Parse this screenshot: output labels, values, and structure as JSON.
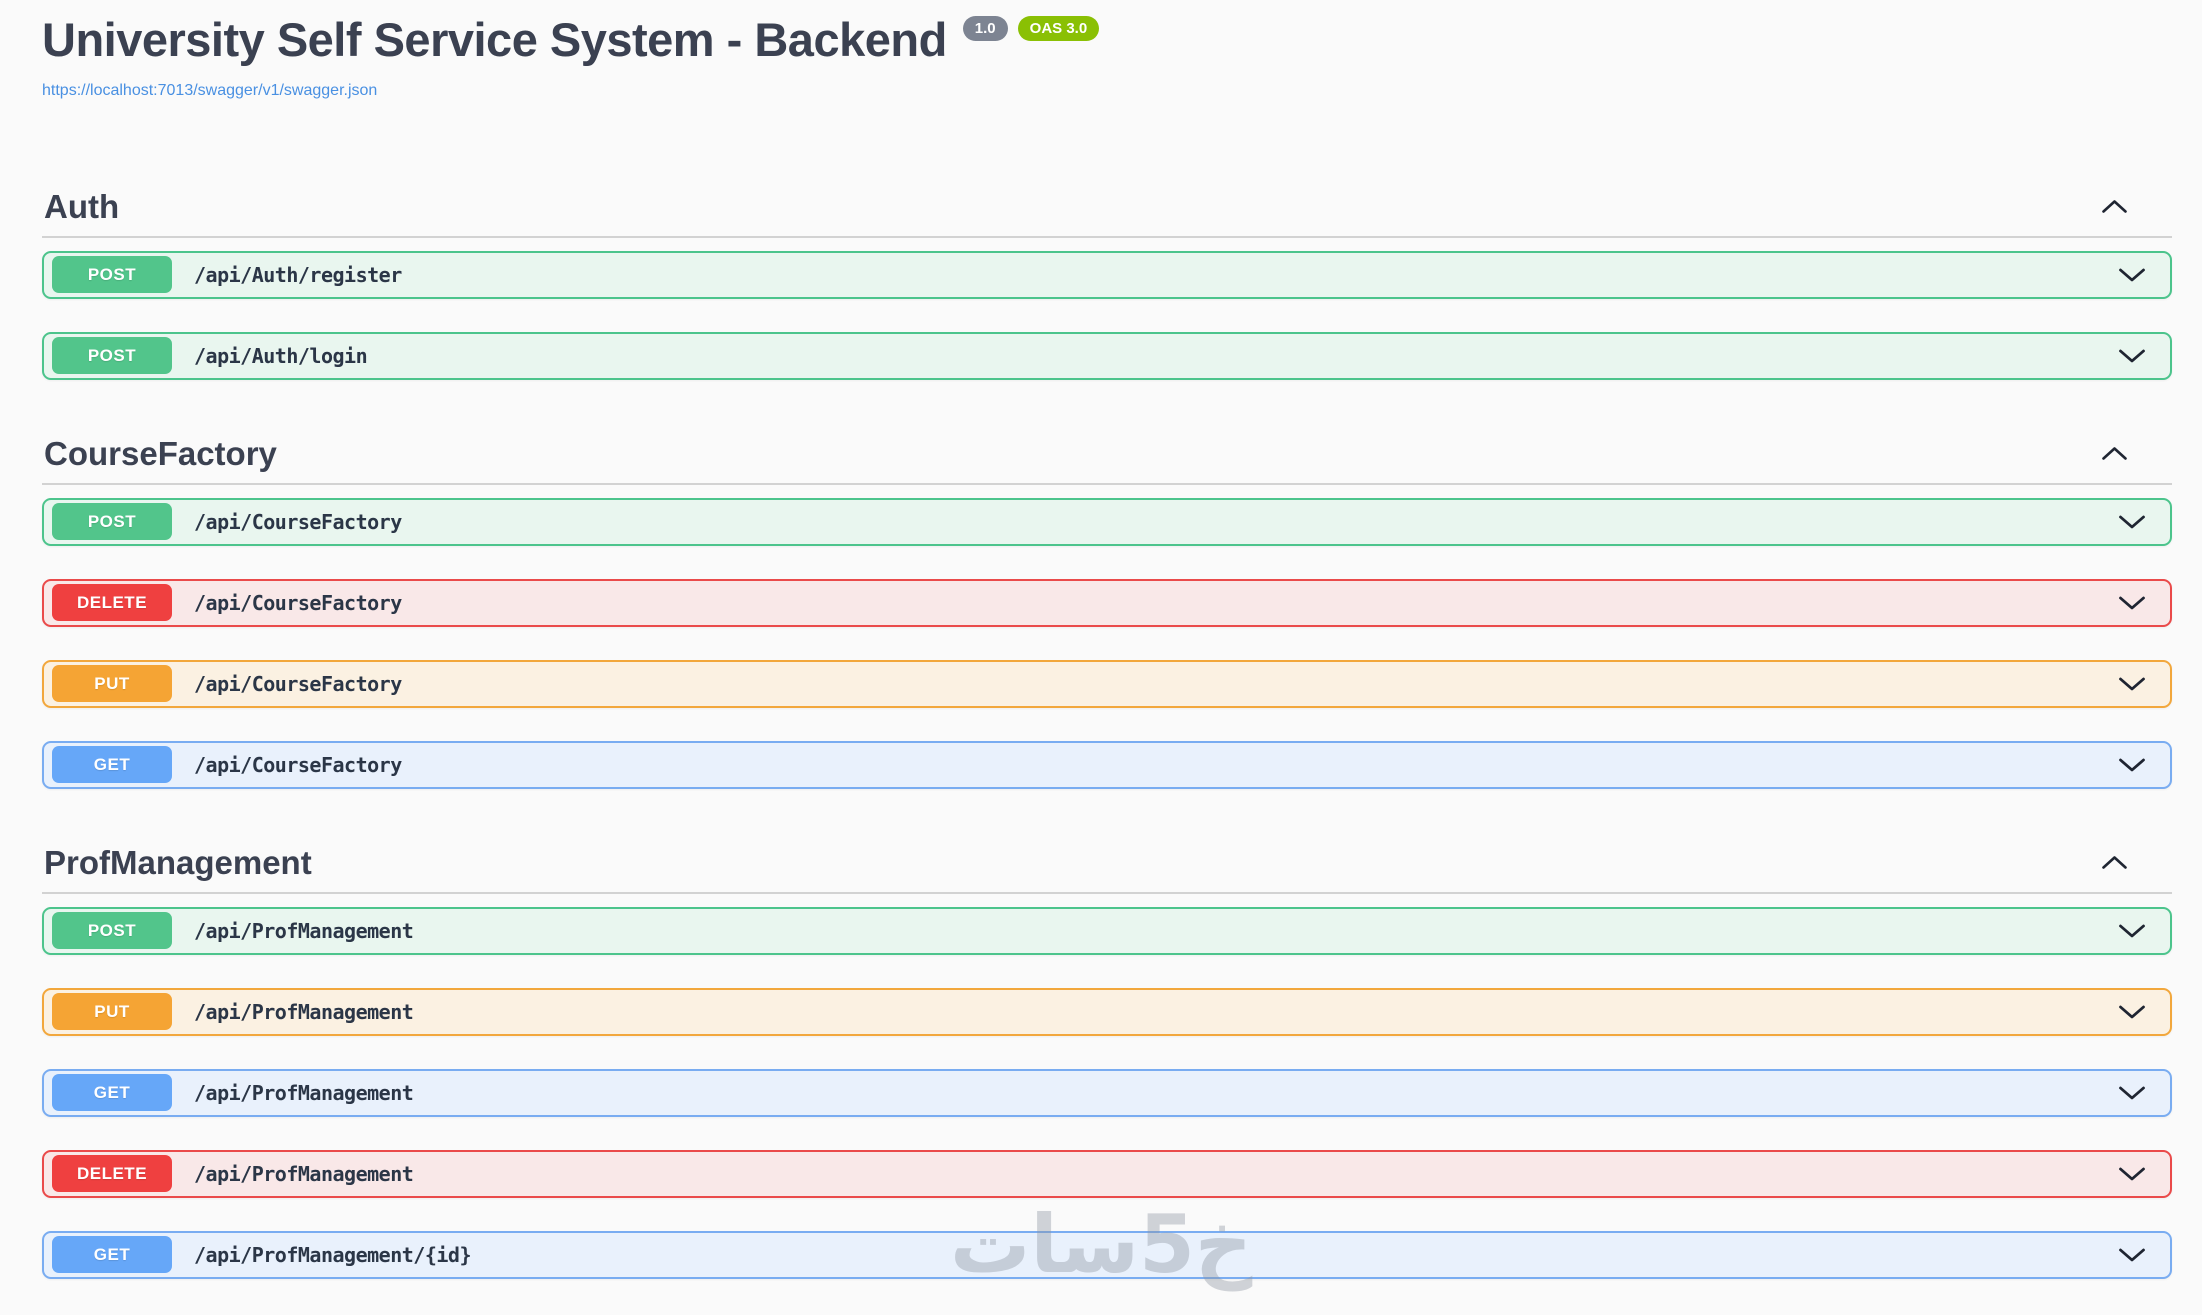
{
  "header": {
    "title": "University Self Service System - Backend",
    "version_badge": "1.0",
    "oas_badge": "OAS 3.0",
    "spec_url": "https://localhost:7013/swagger/v1/swagger.json"
  },
  "colors": {
    "get": "#66a7f8",
    "post": "#52c58b",
    "put": "#f5a434",
    "delete": "#ef4040",
    "version_badge_bg": "#7d8492",
    "oas_badge_bg": "#8ac004",
    "link": "#4990e2",
    "heading_text": "#3b4151",
    "page_background": "#fafafa"
  },
  "sections": [
    {
      "name": "Auth",
      "operations": [
        {
          "method": "POST",
          "path": "/api/Auth/register"
        },
        {
          "method": "POST",
          "path": "/api/Auth/login"
        }
      ]
    },
    {
      "name": "CourseFactory",
      "operations": [
        {
          "method": "POST",
          "path": "/api/CourseFactory"
        },
        {
          "method": "DELETE",
          "path": "/api/CourseFactory"
        },
        {
          "method": "PUT",
          "path": "/api/CourseFactory"
        },
        {
          "method": "GET",
          "path": "/api/CourseFactory"
        }
      ]
    },
    {
      "name": "ProfManagement",
      "operations": [
        {
          "method": "POST",
          "path": "/api/ProfManagement"
        },
        {
          "method": "PUT",
          "path": "/api/ProfManagement"
        },
        {
          "method": "GET",
          "path": "/api/ProfManagement"
        },
        {
          "method": "DELETE",
          "path": "/api/ProfManagement"
        },
        {
          "method": "GET",
          "path": "/api/ProfManagement/{id}"
        }
      ]
    }
  ],
  "watermark": "خ5سات"
}
